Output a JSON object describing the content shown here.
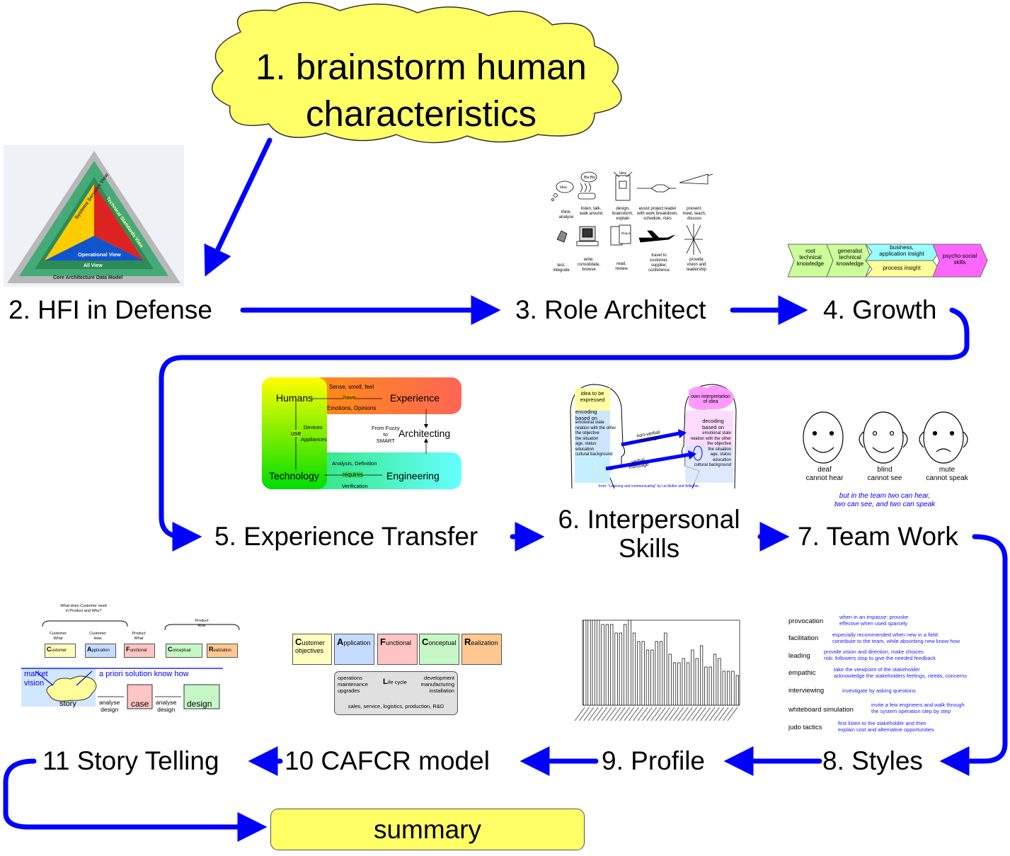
{
  "brainstorm": {
    "line1": "1. brainstorm human",
    "line2": "characteristics"
  },
  "steps": {
    "hfi": "2. HFI in Defense",
    "role": "3. Role Architect",
    "growth": "4. Growth",
    "experience": "5. Experience Transfer",
    "interpersonal_1": "6. Interpersonal",
    "interpersonal_2": "Skills",
    "team": "7. Team Work",
    "styles": "8. Styles",
    "profile": "9. Profile",
    "cafcr": "10 CAFCR model",
    "story": "11 Story Telling",
    "summary": "summary"
  },
  "hfi_pyramid": {
    "systems_view": "Systems Services View",
    "technical_view": "Technical Standards View",
    "operational_view": "Operational View",
    "all_view": "All View",
    "core_model": "Core Architecture Data Model"
  },
  "role_icons": [
    {
      "label": "think,\nanalyse",
      "bubble": "Idea"
    },
    {
      "label": "listen, talk,\nwalk around",
      "bubble": "Bla Bla"
    },
    {
      "label": "design,\nbrainstorm,\nexplain",
      "bubble": "Idea"
    },
    {
      "label": "assist project leader\nwith work breakdown,\nschedule, risks"
    },
    {
      "label": "present,\nmeet, teach,\ndiscuss"
    },
    {
      "label": "test,\nintegrate"
    },
    {
      "label": "write,\nconsolidate,\nbrowse"
    },
    {
      "label": "read,\nreview",
      "bubble": "Report"
    },
    {
      "label": "travel to\ncustomer,\nsupplier,\nconference"
    },
    {
      "label": "provide\nvision and\nleadership"
    }
  ],
  "growth_chevrons": {
    "root": "root\ntechnical\nknowledge",
    "generalist": "generalist\ntechnical\nknowledge",
    "business": "business,\napplication insight",
    "process": "process insight",
    "psycho": "psycho-social\nskills"
  },
  "experience_diagram": {
    "humans": "Humans",
    "experience": "Experience",
    "sense": "Sense, smell, feel",
    "have": "have",
    "emotions": "Emotions, Opinions",
    "use": "use",
    "devices": "Devices",
    "appliances": "Appliances",
    "fuzzy": "From Fuzzy\nto\nSMART",
    "architecting": "Architecting",
    "technology": "Technology",
    "analysis": "Analysis, Definition",
    "requires": "requires",
    "verification": "Verification",
    "engineering": "Engineering"
  },
  "interpersonal_diagram": {
    "idea": "idea to be\nexpressed",
    "encoding": "encoding\nbased on",
    "encoding_list": "emotional state\nrelation with the other\nthe objective\nthe situation\nage, status\neducation\ncultural background",
    "own": "own interpretation\nof idea",
    "decoding": "decoding\nbased on",
    "decoding_list": "emotional state\nrelation with the other\nthe objective\nthe situation\nage, status\neducation\ncultural background",
    "nonverbal": "non-verbal\nmessage",
    "verbal": "verbal\nmessage",
    "source": "from: \"Listening and communicating\" by Lia Muller and Willemie..."
  },
  "team_faces": [
    {
      "title": "deaf",
      "sub": "cannot hear"
    },
    {
      "title": "blind",
      "sub": "cannot see"
    },
    {
      "title": "mute",
      "sub": "cannot speak"
    }
  ],
  "team_note": "but in the team two can hear,\ntwo can see, and two can speak",
  "styles_list": [
    {
      "name": "provocation",
      "desc": "when in an impasse: provoke\neffective when used sparsely"
    },
    {
      "name": "facilitation",
      "desc": "especially recommended when new in a field:\ncontribute to the team, while absorbing new know how"
    },
    {
      "name": "leading",
      "desc": "provide vision and direction, make choices\nrisk: followers stop to give the needed feedback"
    },
    {
      "name": "empathic",
      "desc": "take the viewpoint of the stakeholder\nacknowledge the stakeholders feelings, needs, concerns"
    },
    {
      "name": "interviewing",
      "desc": "investigate by asking questions"
    },
    {
      "name": "whiteboard simulation",
      "desc": "invite a few engineers and walk through\nthe system operation step by step"
    },
    {
      "name": "judo tactics",
      "desc": "first listen to the stakeholder and then\nexplain cost and alternative opportunities"
    }
  ],
  "profile_chart": {
    "values": [
      10,
      10,
      10,
      10,
      9.5,
      9.5,
      9.5,
      8.5,
      8.5,
      9.5,
      10,
      8.5,
      7.5,
      7.5,
      6.5,
      6.5,
      7.5,
      7.5,
      8.5,
      6,
      5,
      5,
      5.5,
      5,
      6.5,
      5.5,
      7,
      4.5,
      4.5,
      6,
      5.5,
      4,
      4,
      4,
      3.5
    ]
  },
  "cafcr": {
    "boxes": [
      {
        "initial": "C",
        "rest": "ustomer\nobjectives",
        "color": "#ffffc0"
      },
      {
        "initial": "A",
        "rest": "pplication",
        "color": "#c6dcff"
      },
      {
        "initial": "F",
        "rest": "unctional",
        "color": "#ffc4c4"
      },
      {
        "initial": "C",
        "rest": "onceptual",
        "color": "#c6f7c6"
      },
      {
        "initial": "R",
        "rest": "ealization",
        "color": "#ffc890"
      }
    ],
    "lifecycle_left": "operations\nmaintenance\nupgrades",
    "lifecycle_mid_initial": "L",
    "lifecycle_mid_rest": "ife cycle",
    "lifecycle_right": "development\nmanufacturing\ninstallation",
    "lifecycle_bottom": "sales, service, logistics, production, R&D"
  },
  "story_diagram": {
    "what_does": "What does Customer need\nin Product and Why?",
    "customer_what": "Customer\nWhat",
    "customer_how": "Customer\nHow",
    "product_what": "Product\nWhat",
    "product_how": "Product\nHow",
    "market": "market\nvision",
    "apriori": "a priori solution know how",
    "story": "story",
    "case": "case",
    "design": "design",
    "analyse1": "analyse\ndesign",
    "analyse2": "analyse\ndesign"
  },
  "colors": {
    "arrow": "#0000ff",
    "cloud": "#ffff66",
    "summary": "#ffff66"
  }
}
